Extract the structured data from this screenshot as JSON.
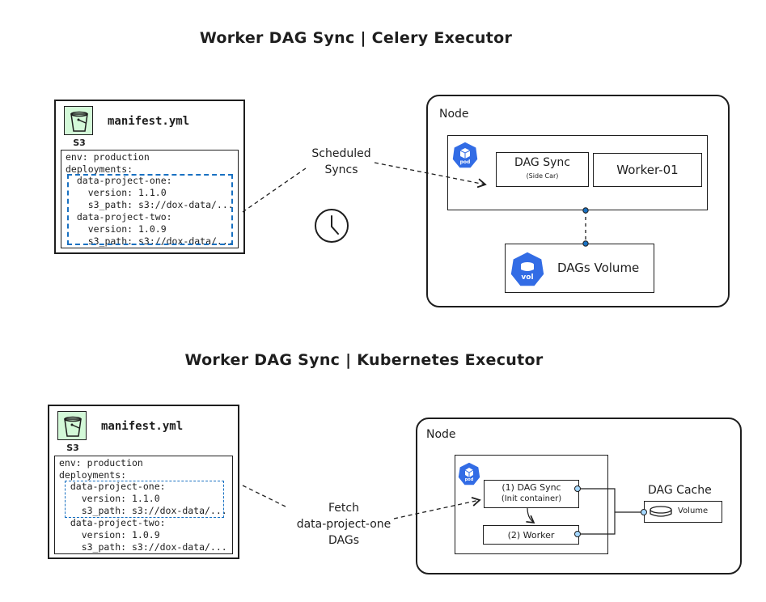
{
  "top": {
    "title": "Worker DAG Sync | Celery Executor",
    "s3_label": "S3",
    "manifest_title": "manifest.yml",
    "manifest_lines": [
      "env: production",
      "deployments:",
      "  data-project-one:",
      "    version: 1.1.0",
      "    s3_path: s3://dox-data/...",
      "  data-project-two:",
      "    version: 1.0.9",
      "    s3_path: s3://dox-data/..."
    ],
    "scheduled_label": "Scheduled\nSyncs",
    "node_label": "Node",
    "pod_label": "pod",
    "dag_sync_label": "DAG Sync",
    "dag_sync_sub": "(Side Car)",
    "worker_label": "Worker-01",
    "vol_label": "vol",
    "dags_volume_label": "DAGs Volume"
  },
  "bottom": {
    "title": "Worker DAG Sync | Kubernetes Executor",
    "s3_label": "S3",
    "manifest_title": "manifest.yml",
    "manifest_lines": [
      "env: production",
      "deployments:",
      "  data-project-one:",
      "    version: 1.1.0",
      "    s3_path: s3://dox-data/...",
      "  data-project-two:",
      "    version: 1.0.9",
      "    s3_path: s3://dox-data/..."
    ],
    "fetch_label": "Fetch\ndata-project-one\nDAGs",
    "node_label": "Node",
    "pod_label": "pod",
    "dag_sync_label": "(1) DAG Sync",
    "dag_sync_sub": "(Init container)",
    "worker_label": "(2) Worker",
    "dag_cache_label": "DAG Cache",
    "volume_label": "Volume"
  },
  "colors": {
    "accent_blue": "#1971c2",
    "k8s_blue": "#326ce5",
    "s3_green_fill": "#d3f9d8",
    "stroke": "#1e1e1e",
    "connector_fill": "#a5d8ff"
  },
  "icons": {
    "s3": "bucket-icon",
    "clock": "clock-icon",
    "pod": "kubernetes-pod-icon",
    "vol": "kubernetes-volume-icon",
    "cache": "disk-icon"
  }
}
